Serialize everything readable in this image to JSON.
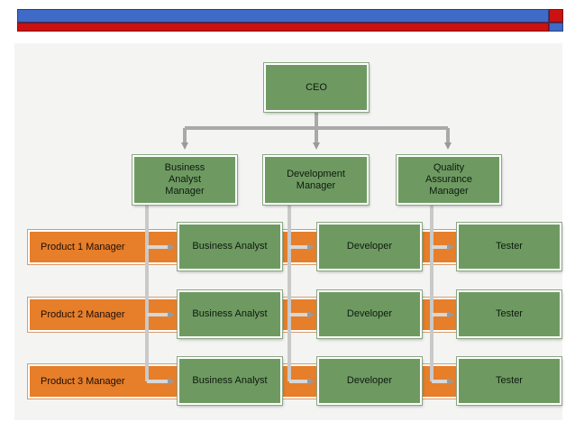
{
  "ceo": "CEO",
  "managers": [
    "Business Analyst Manager",
    "Development Manager",
    "Quality Assurance Manager"
  ],
  "products": [
    {
      "label": "Product 1 Manager",
      "roles": [
        "Business Analyst",
        "Developer",
        "Tester"
      ]
    },
    {
      "label": "Product 2 Manager",
      "roles": [
        "Business Analyst",
        "Developer",
        "Tester"
      ]
    },
    {
      "label": "Product 3 Manager",
      "roles": [
        "Business Analyst",
        "Developer",
        "Tester"
      ]
    }
  ],
  "colors": {
    "box_green": "#6e9a62",
    "row_orange": "#e67e2a",
    "connector": "#a9a9a9"
  }
}
